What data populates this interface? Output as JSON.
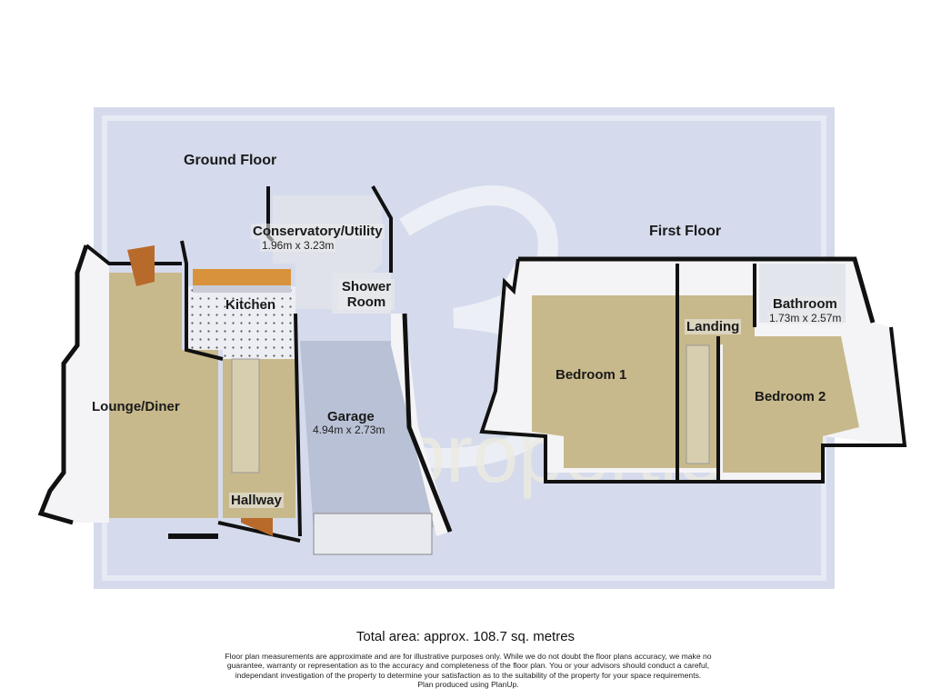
{
  "ground_floor": {
    "title": "Ground Floor",
    "rooms": [
      {
        "name": "Conservatory/Utility",
        "dimensions": "1.96m x 3.23m"
      },
      {
        "name": "Kitchen"
      },
      {
        "name": "Shower Room"
      },
      {
        "name": "Lounge/Diner"
      },
      {
        "name": "Garage",
        "dimensions": "4.94m x 2.73m"
      },
      {
        "name": "Hallway"
      }
    ]
  },
  "first_floor": {
    "title": "First Floor",
    "rooms": [
      {
        "name": "Bathroom",
        "dimensions": "1.73m x 2.57m"
      },
      {
        "name": "Landing"
      },
      {
        "name": "Bedroom 1"
      },
      {
        "name": "Bedroom 2"
      }
    ]
  },
  "watermark": "Belle properties",
  "total_area": "Total area: approx. 108.7 sq. metres",
  "disclaimer": [
    "Floor plan measurements are approximate and are for illustrative purposes only. While we do not doubt the floor plans accuracy, we make no",
    "guarantee, warranty or representation as to the accuracy and completeness of the floor plan. You or your advisors should conduct a careful,",
    "independant investigation of the property to determine your satisfaction as to the suitability of the property for your space requirements.",
    "Plan produced using PlanUp."
  ],
  "colors": {
    "panel": "#d5dbec",
    "panel_border": "#e6eaf4",
    "carpet": "#c8b98c",
    "garage_floor": "#b9c1d6",
    "wall": "#111111"
  }
}
